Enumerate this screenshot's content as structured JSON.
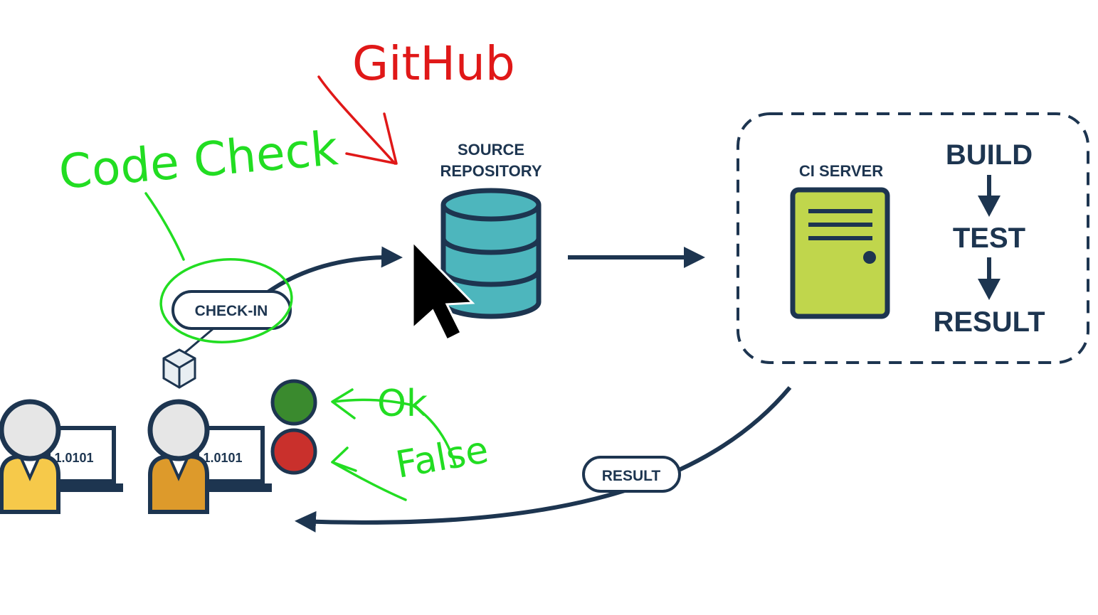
{
  "source_repository": {
    "title_line1": "SOURCE",
    "title_line2": "REPOSITORY"
  },
  "ci_server": {
    "title": "CI SERVER"
  },
  "pipeline": {
    "step1": "BUILD",
    "step2": "TEST",
    "step3": "RESULT"
  },
  "check_in_label": "CHECK-IN",
  "result_label": "RESULT",
  "developer_screen_text": "1.0101",
  "annotations": {
    "github": "GitHub",
    "code_check": "Code Check",
    "ok": "Ok",
    "false": "False"
  },
  "colors": {
    "navy": "#1d3550",
    "database_teal": "#4db6bd",
    "server_green": "#c0d64c",
    "status_ok": "#3a8a2e",
    "status_fail": "#c9302c",
    "dev1_shirt": "#f6c94a",
    "dev2_shirt": "#dd9a2b",
    "annotation_green": "#22dd22",
    "annotation_red": "#e01818"
  }
}
